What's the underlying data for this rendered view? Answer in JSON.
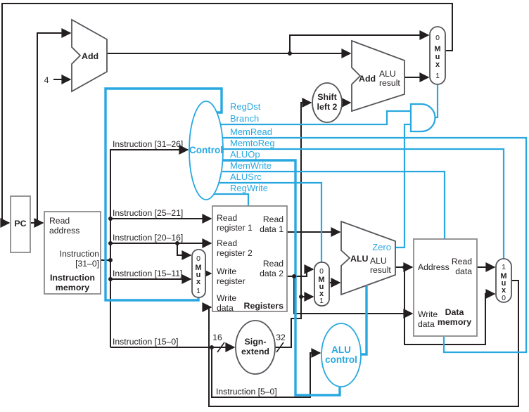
{
  "colors": {
    "accent_blue": "#29a8e0",
    "wire_black": "#231f20",
    "box_gray": "#8a8a8a"
  },
  "control": {
    "name": "Control",
    "signals": [
      "RegDst",
      "Branch",
      "MemRead",
      "MemtoReg",
      "ALUOp",
      "MemWrite",
      "ALUSrc",
      "RegWrite"
    ]
  },
  "buses": {
    "i3126": "Instruction [31–26]",
    "i2521": "Instruction [25–21]",
    "i2016": "Instruction [20–16]",
    "i1511": "Instruction [15–11]",
    "i150": "Instruction [15–0]",
    "i50": "Instruction [5–0]"
  },
  "constants": {
    "four": "4",
    "sixteen": "16",
    "thirtytwo": "32"
  },
  "pc": {
    "label": "PC"
  },
  "instruction_memory": {
    "port_read": "Read",
    "port_address": "address",
    "out1": "Instruction",
    "out2": "[31–0]",
    "name1": "Instruction",
    "name2": "memory"
  },
  "registers": {
    "rr1_1": "Read",
    "rr1_2": "register 1",
    "rr2_1": "Read",
    "rr2_2": "register 2",
    "wr_1": "Write",
    "wr_2": "register",
    "wd_1": "Write",
    "wd_2": "data",
    "rd1_1": "Read",
    "rd1_2": "data 1",
    "rd2_1": "Read",
    "rd2_2": "data 2",
    "name": "Registers"
  },
  "data_memory": {
    "address": "Address",
    "rd_1": "Read",
    "rd_2": "data",
    "wd_1": "Write",
    "wd_2": "data",
    "name1": "Data",
    "name2": "memory"
  },
  "adders": {
    "add_pc": "Add",
    "add_branch": "Add",
    "result1": "ALU",
    "result2": "result"
  },
  "alu": {
    "name": "ALU",
    "result1": "ALU",
    "result2": "result",
    "zero": "Zero"
  },
  "shift": {
    "line1": "Shift",
    "line2": "left 2"
  },
  "sign_extend": {
    "line1": "Sign-",
    "line2": "extend"
  },
  "alu_control": {
    "line1": "ALU",
    "line2": "control"
  },
  "mux": {
    "m": "M",
    "u": "u",
    "x": "x",
    "zero": "0",
    "one": "1"
  }
}
